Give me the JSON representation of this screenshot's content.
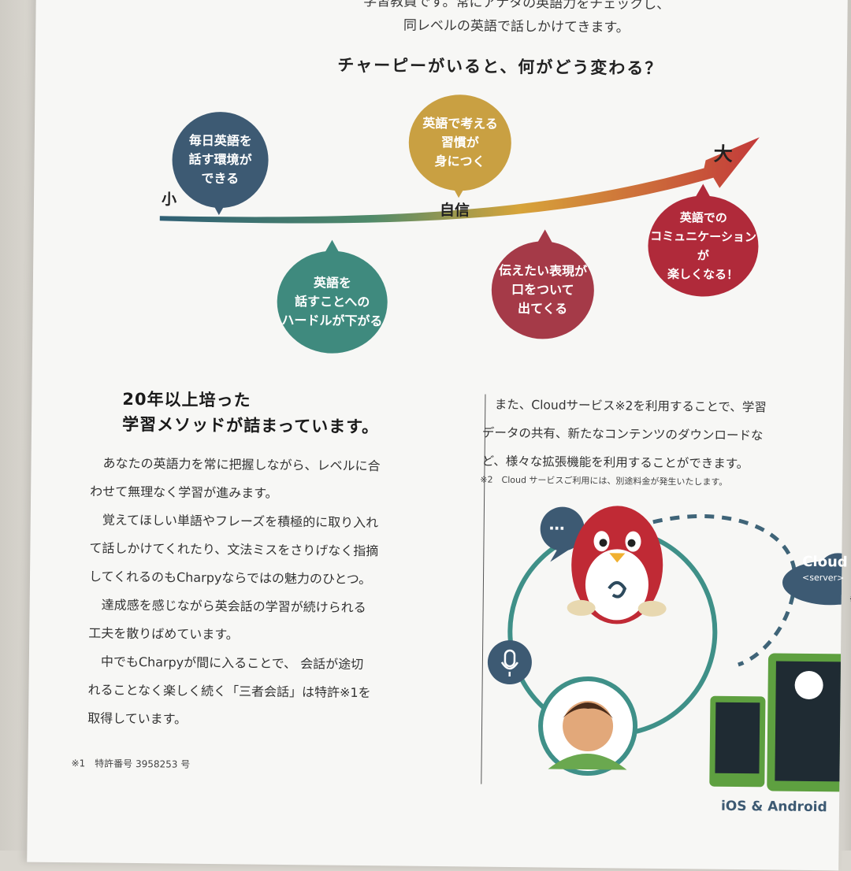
{
  "top": {
    "line1": "学習教員です。常にアナタの英語力をチェックし、",
    "line2": "同レベルの英語で話しかけてきます。"
  },
  "headline": "チャーピーがいると、何がどう変わる？",
  "curve": {
    "small_label": "小",
    "large_label": "大",
    "confidence_label": "自信"
  },
  "bubbles": [
    {
      "lines": [
        "毎日英語を",
        "話す環境が",
        "できる"
      ],
      "color": "#3d5a73"
    },
    {
      "lines": [
        "英語を",
        "話すことへの",
        "ハードルが下がる"
      ],
      "color": "#3f8a7e"
    },
    {
      "lines": [
        "英語で考える",
        "習慣が",
        "身につく"
      ],
      "color": "#c9a042"
    },
    {
      "lines": [
        "伝えたい表現が",
        "口をついて",
        "出てくる"
      ],
      "color": "#a53a48"
    },
    {
      "lines": [
        "英語での",
        "コミュニケーションが",
        "楽しくなる！"
      ],
      "color": "#b02a3a"
    }
  ],
  "left": {
    "title_line1": "20年以上培った",
    "title_line2": "学習メソッドが詰まっています。",
    "paragraphs": [
      "　あなたの英語力を常に把握しながら、レベルに合",
      "わせて無理なく学習が進みます。",
      "　覚えてほしい単語やフレーズを積極的に取り入れ",
      "て話しかけてくれたり、文法ミスをさりげなく指摘",
      "してくれるのもCharpyならではの魅力のひとつ。",
      "　達成感を感じながら英会話の学習が続けられる",
      "工夫を散りばめています。",
      "　中でもCharpyが間に入ることで、 会話が途切",
      "れることなく楽しく続く「三者会話」は特許※1を",
      "取得しています。"
    ],
    "footnote": "※1　特許番号 3958253 号"
  },
  "right": {
    "paragraphs": [
      "　また、Cloudサービス※2を利用することで、学習",
      "データの共有、新たなコンテンツのダウンロードな",
      "ど、様々な拡張機能を利用することができます。"
    ],
    "footnote": "※2　Cloud サービスご利用には、別途料金が発生いたします。",
    "cloud_label": "Cloud",
    "cloud_sub": "<server>",
    "cloud_note": "※2",
    "platform_label": "iOS & Android",
    "dots": "…"
  }
}
